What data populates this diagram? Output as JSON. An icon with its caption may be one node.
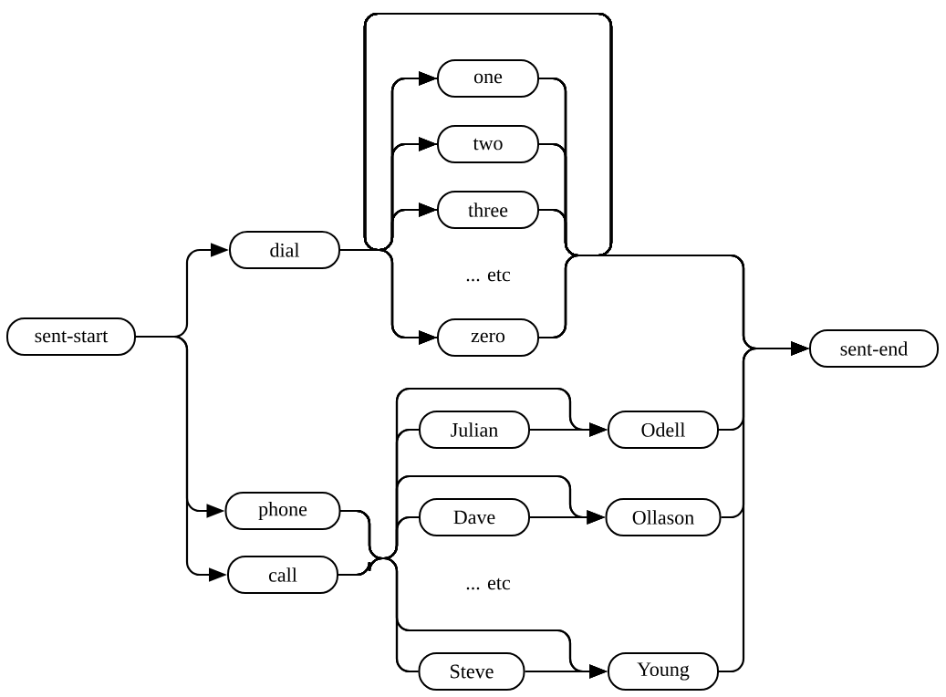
{
  "diagram": {
    "nodes": [
      {
        "text": [
          "sent-start"
        ]
      },
      {
        "text": [
          "dial"
        ]
      },
      {
        "text": [
          "one"
        ]
      },
      {
        "text": [
          "two"
        ]
      },
      {
        "text": [
          "three"
        ]
      },
      {
        "text": [
          "zero"
        ]
      },
      {
        "text": [
          "phone"
        ]
      },
      {
        "text": [
          "call"
        ]
      },
      {
        "text": [
          "Julian"
        ]
      },
      {
        "text": [
          "Odell"
        ]
      },
      {
        "text": [
          "Dave"
        ]
      },
      {
        "text": [
          "Ollason"
        ]
      },
      {
        "text": [
          "Steve"
        ]
      },
      {
        "text": [
          "Young"
        ]
      },
      {
        "text": [
          "sent-end"
        ]
      }
    ],
    "edges": [
      {
        "from": 0,
        "to": 1,
        "arrow": "to"
      },
      {
        "from": 0,
        "to": 6,
        "arrow": "to"
      },
      {
        "from": 0,
        "to": 7,
        "arrow": "to"
      },
      {
        "from": 1,
        "to": 2,
        "arrow": "none"
      },
      {
        "from": 1,
        "to": 3,
        "arrow": "none"
      },
      {
        "from": 1,
        "to": 4,
        "arrow": "none"
      },
      {
        "from": 1,
        "to": 5,
        "arrow": "none"
      },
      {
        "from": 2,
        "to": 2,
        "arrow": "to"
      },
      {
        "from": 2,
        "to": 3,
        "arrow": "to"
      },
      {
        "from": 2,
        "to": 4,
        "arrow": "to"
      },
      {
        "from": 2,
        "to": 5,
        "arrow": "to"
      },
      {
        "from": 3,
        "to": 2,
        "arrow": "to"
      },
      {
        "from": 3,
        "to": 3,
        "arrow": "to"
      },
      {
        "from": 3,
        "to": 4,
        "arrow": "to"
      },
      {
        "from": 3,
        "to": 5,
        "arrow": "to"
      },
      {
        "from": 4,
        "to": 2,
        "arrow": "to"
      },
      {
        "from": 4,
        "to": 3,
        "arrow": "to"
      },
      {
        "from": 4,
        "to": 4,
        "arrow": "to"
      },
      {
        "from": 4,
        "to": 5,
        "arrow": "to"
      },
      {
        "from": 5,
        "to": 2,
        "arrow": "to"
      },
      {
        "from": 5,
        "to": 3,
        "arrow": "to"
      },
      {
        "from": 5,
        "to": 4,
        "arrow": "to"
      },
      {
        "from": 5,
        "to": 5,
        "arrow": "to"
      },
      {
        "from": 2,
        "to": 14,
        "arrow": "to"
      },
      {
        "from": 3,
        "to": 14,
        "arrow": "to"
      },
      {
        "from": 4,
        "to": 14,
        "arrow": "to"
      },
      {
        "from": 5,
        "to": 14,
        "arrow": "to"
      },
      {
        "from": 6,
        "to": 8,
        "arrow": "none"
      },
      {
        "from": 6,
        "to": 10,
        "arrow": "none"
      },
      {
        "from": 6,
        "to": 12,
        "arrow": "none"
      },
      {
        "from": 7,
        "to": 8,
        "arrow": "none"
      },
      {
        "from": 7,
        "to": 10,
        "arrow": "none"
      },
      {
        "from": 7,
        "to": 12,
        "arrow": "none"
      },
      {
        "from": 6,
        "to": 9,
        "arrow": "to"
      },
      {
        "from": 6,
        "to": 11,
        "arrow": "to"
      },
      {
        "from": 6,
        "to": 13,
        "arrow": "to"
      },
      {
        "from": 7,
        "to": 9,
        "arrow": "to"
      },
      {
        "from": 7,
        "to": 11,
        "arrow": "to"
      },
      {
        "from": 7,
        "to": 13,
        "arrow": "to"
      },
      {
        "from": 8,
        "to": 9,
        "arrow": "to"
      },
      {
        "from": 10,
        "to": 11,
        "arrow": "to"
      },
      {
        "from": 12,
        "to": 13,
        "arrow": "to"
      },
      {
        "from": 9,
        "to": 14,
        "arrow": "to"
      },
      {
        "from": 11,
        "to": 14,
        "arrow": "to"
      },
      {
        "from": 13,
        "to": 14,
        "arrow": "to"
      }
    ],
    "labels": [
      "... etc",
      "... etc"
    ]
  }
}
